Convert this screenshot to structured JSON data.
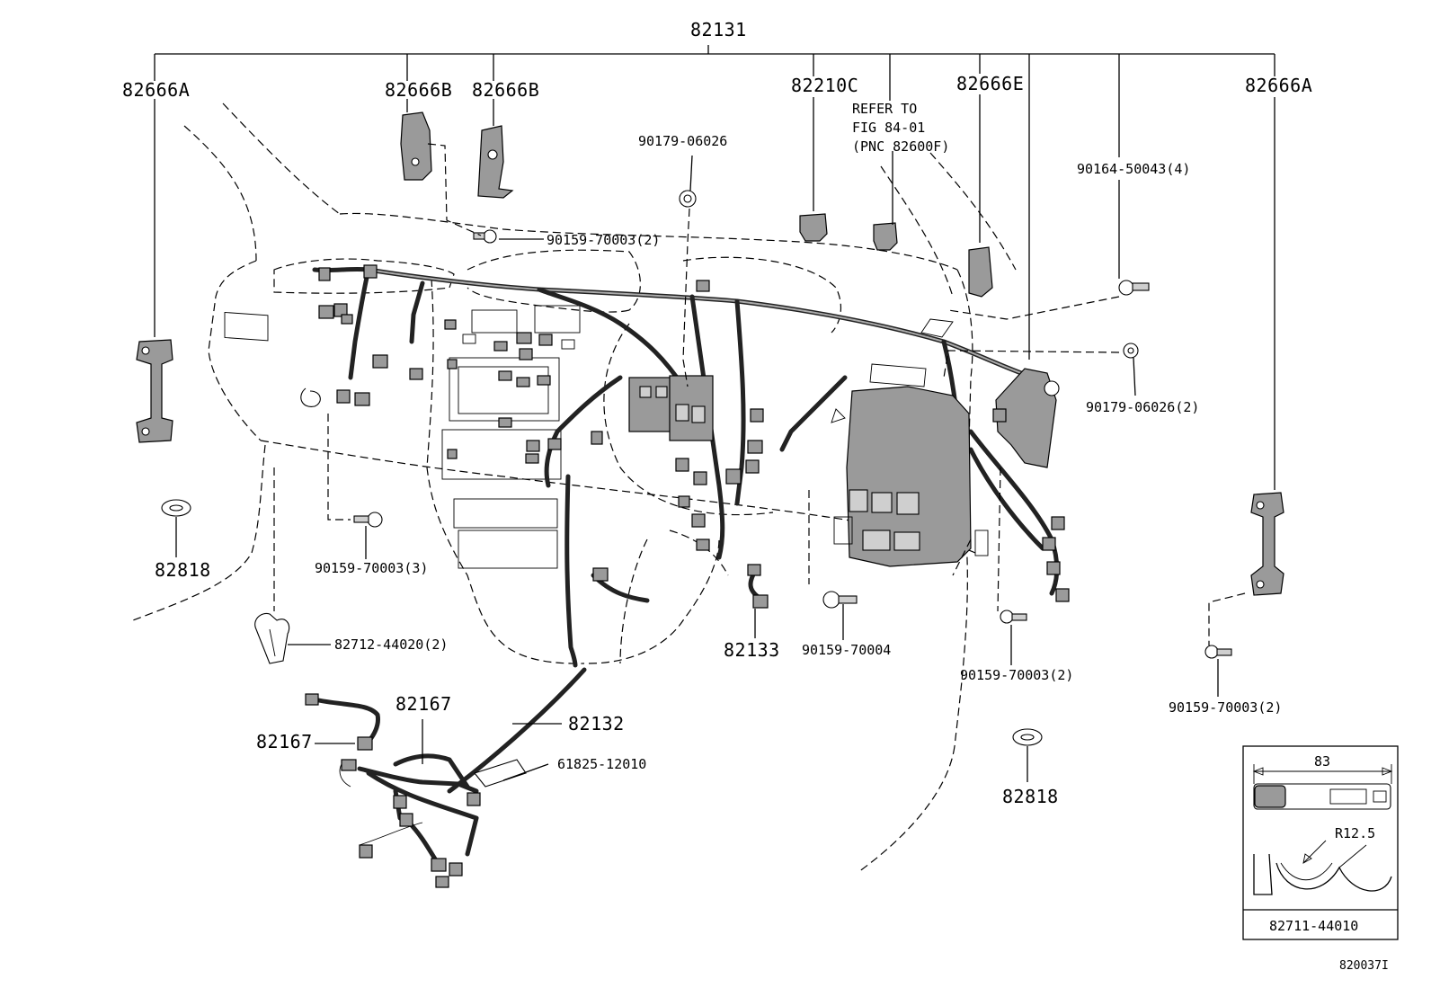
{
  "labels": {
    "top_assembly": "82131",
    "bracket_a_left": "82666A",
    "bracket_b_1": "82666B",
    "bracket_b_2": "82666B",
    "relay_c": "82210C",
    "refer_line1": "REFER TO",
    "refer_line2": "FIG 84-01",
    "refer_line3": "(PNC 82600F)",
    "bracket_e": "82666E",
    "bracket_a_right": "82666A",
    "nut_top": "90179-06026",
    "bolt_upper_right": "90164-50043(4)",
    "screw_top_center": "90159-70003(2)",
    "nut_right": "90179-06026(2)",
    "grommet_left": "82818",
    "screw_left": "90159-70003(3)",
    "clamp_left": "82712-44020(2)",
    "harness_82167_upper": "82167",
    "harness_82167_left": "82167",
    "harness_82132": "82132",
    "label_61825": "61825-12010",
    "wire_82133": "82133",
    "bolt_90159_70004": "90159-70004",
    "screw_right_lower": "90159-70003(2)",
    "screw_far_right": "90159-70003(2)",
    "grommet_right": "82818",
    "inset_dim": "83",
    "inset_radius": "R12.5",
    "inset_part": "82711-44010",
    "figure_id": "820037I"
  }
}
